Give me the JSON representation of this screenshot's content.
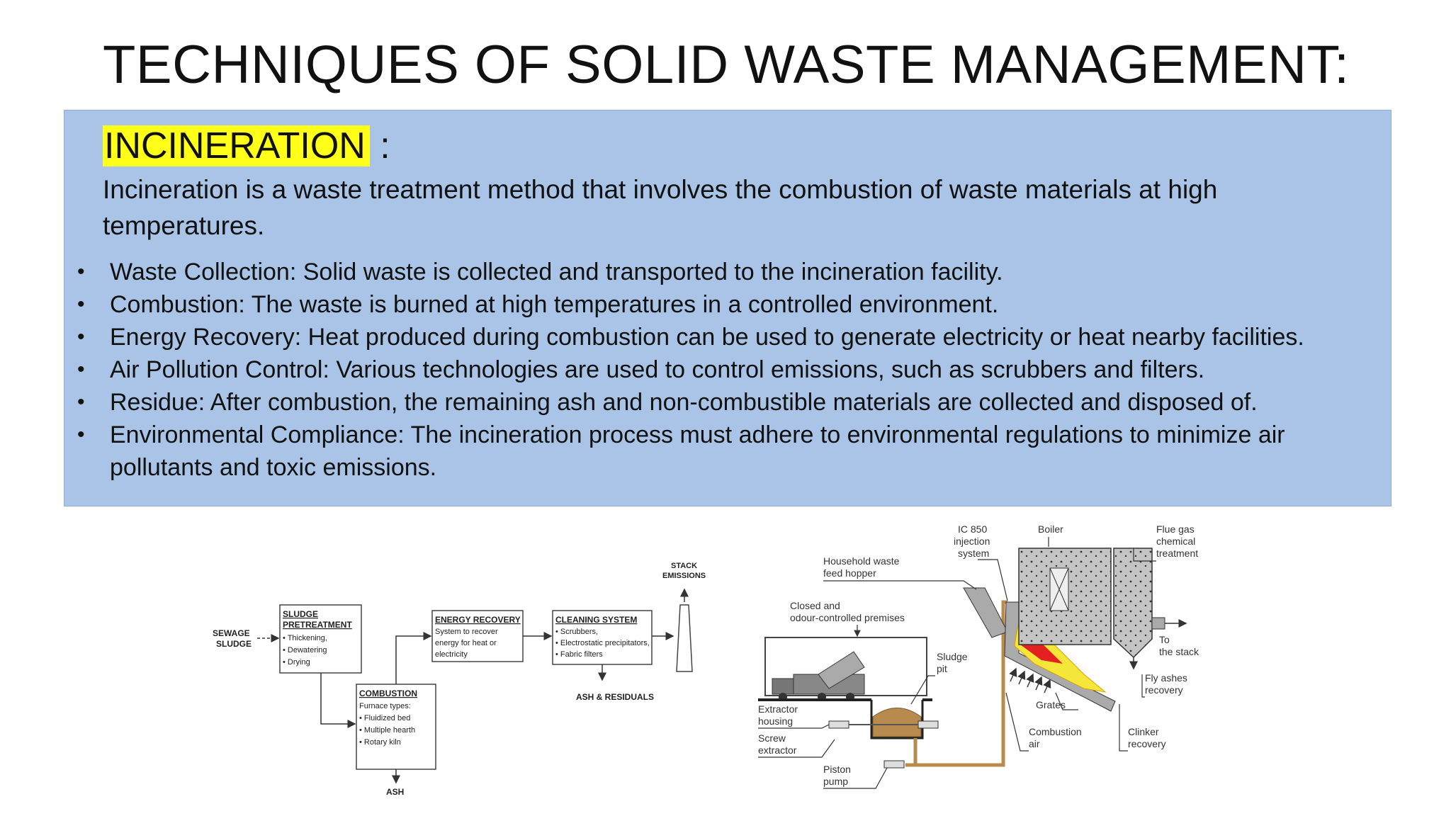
{
  "slide": {
    "title": "TECHNIQUES OF SOLID WASTE MANAGEMENT:",
    "heading": "INCINERATION",
    "heading_suffix": " :",
    "highlight_color": "#ffff1a",
    "panel_color": "#a9c4e6",
    "intro": "Incineration is a waste treatment method that involves the combustion of waste materials at high temperatures.",
    "bullets": [
      "Waste Collection: Solid waste is collected and transported to the incineration facility.",
      "Combustion: The waste is burned at high temperatures in a controlled environment.",
      "Energy Recovery: Heat produced during combustion can be used to generate electricity or heat nearby facilities.",
      "Air Pollution Control: Various technologies are used to control emissions, such as scrubbers and filters.",
      "Residue: After combustion, the remaining ash and non-combustible materials are collected and disposed of.",
      "Environmental Compliance: The incineration process must adhere to environmental regulations to minimize air pollutants and toxic emissions."
    ]
  },
  "flow_diagram": {
    "input": [
      "SEWAGE",
      "SLUDGE"
    ],
    "pretreatment": {
      "title": [
        "SLUDGE",
        "PRETREATMENT"
      ],
      "items": [
        "• Thickening,",
        "• Dewatering",
        "• Drying"
      ]
    },
    "combustion": {
      "title": "COMBUSTION",
      "items": [
        "Furnace types:",
        "• Fluidized bed",
        "• Multiple hearth",
        "• Rotary kiln"
      ]
    },
    "energy": {
      "title": "ENERGY RECOVERY",
      "items": [
        "System to recover",
        "energy for heat or",
        "electricity"
      ]
    },
    "cleaning": {
      "title": "CLEANING SYSTEM",
      "items": [
        "• Scrubbers,",
        "• Electrostatic precipitators,",
        "• Fabric filters"
      ]
    },
    "stack": [
      "STACK",
      "EMISSIONS"
    ],
    "ash_residuals": "ASH & RESIDUALS",
    "ash": "ASH"
  },
  "plant_diagram": {
    "labels": {
      "ic850": [
        "IC 850",
        "injection",
        "system"
      ],
      "boiler": "Boiler",
      "flue": [
        "Flue gas",
        "chemical",
        "treatment"
      ],
      "hopper": [
        "Household waste",
        "feed hopper"
      ],
      "premises": [
        "Closed and",
        "odour-controlled premises"
      ],
      "sludge_pit": [
        "Sludge",
        "pit"
      ],
      "to_stack": [
        "To",
        "the stack"
      ],
      "fly_ash": [
        "Fly ashes",
        "recovery"
      ],
      "grates": "Grates",
      "extractor": [
        "Extractor",
        "housing"
      ],
      "screw": [
        "Screw",
        "extractor"
      ],
      "combustion_air": [
        "Combustion",
        "air"
      ],
      "clinker": [
        "Clinker",
        "recovery"
      ],
      "piston": [
        "Piston",
        "pump"
      ]
    }
  }
}
